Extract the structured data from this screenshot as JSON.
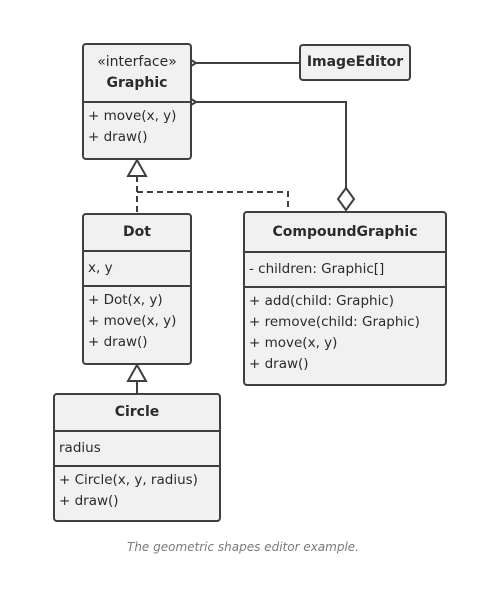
{
  "graphic": {
    "stereotype": "«interface»",
    "name": "Graphic",
    "operations": [
      "+ move(x, y)",
      "+ draw()"
    ]
  },
  "image_editor": {
    "name": "ImageEditor"
  },
  "dot": {
    "name": "Dot",
    "attributes": [
      "x, y"
    ],
    "operations": [
      "+ Dot(x, y)",
      "+ move(x, y)",
      "+ draw()"
    ]
  },
  "circle": {
    "name": "Circle",
    "attributes": [
      "radius"
    ],
    "operations": [
      "+ Circle(x, y, radius)",
      "+ draw()"
    ]
  },
  "compound_graphic": {
    "name": "CompoundGraphic",
    "attributes": [
      "- children: Graphic[]"
    ],
    "operations": [
      "+ add(child: Graphic)",
      "+ remove(child: Graphic)",
      "+ move(x, y)",
      "+ draw()"
    ]
  },
  "caption": "The geometric shapes editor example.",
  "colors": {
    "box_fill": "#f1f1f1",
    "stroke": "#3f3f3f",
    "caption": "#7a7a7a"
  }
}
